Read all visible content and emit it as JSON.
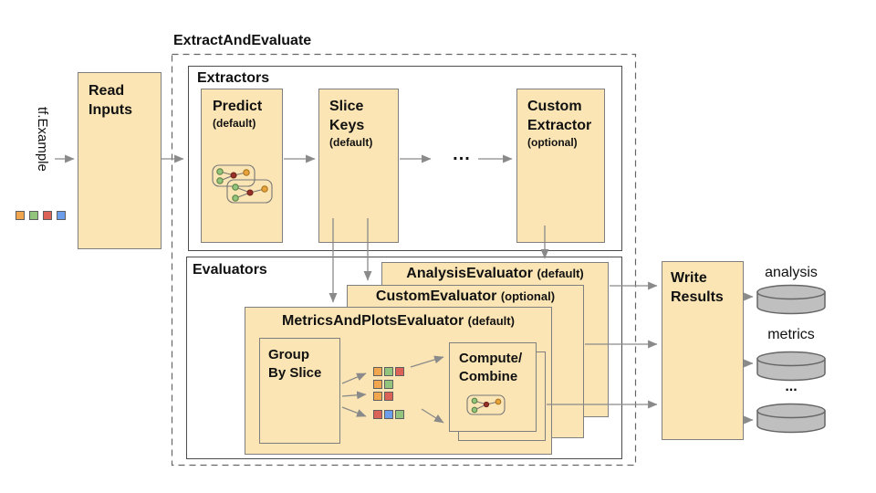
{
  "diagram": {
    "title": "ExtractAndEvaluate",
    "input_label": "tf.Example",
    "extractors_ellipsis": "...",
    "sections": {
      "extractors_label": "Extractors",
      "evaluators_label": "Evaluators"
    },
    "nodes": {
      "read_inputs": {
        "line1": "Read",
        "line2": "Inputs"
      },
      "predict": {
        "line1": "Predict",
        "qualifier": "(default)"
      },
      "slice_keys": {
        "line1": "Slice",
        "line2": "Keys",
        "qualifier": "(default)"
      },
      "custom_extractor": {
        "line1": "Custom",
        "line2": "Extractor",
        "qualifier": "(optional)"
      },
      "analysis_evaluator": {
        "label": "AnalysisEvaluator",
        "qualifier": "(default)"
      },
      "custom_evaluator": {
        "label": "CustomEvaluator",
        "qualifier": "(optional)"
      },
      "metrics_and_plots_evaluator": {
        "label": "MetricsAndPlotsEvaluator",
        "qualifier": "(default)"
      },
      "group_by_slice": {
        "line1": "Group",
        "line2": "By Slice"
      },
      "compute_combine": {
        "line1": "Compute/",
        "line2": "Combine"
      },
      "write_results": {
        "line1": "Write",
        "line2": "Results"
      }
    },
    "input_squares": [
      "orange",
      "green",
      "red",
      "blue"
    ],
    "slice_grid_rows": [
      [
        "orange",
        "green",
        "red"
      ],
      [
        "orange",
        "green"
      ],
      [
        "orange",
        "red"
      ],
      [
        "red",
        "blue",
        "green"
      ]
    ],
    "outputs": {
      "analysis_label": "analysis",
      "metrics_label": "metrics",
      "more_label": "..."
    },
    "colors": {
      "node_fill": "#FBE5B4",
      "node_border": "#7F7F7F",
      "container_border": "#4D4D4D",
      "arrow": "#8A8A8A",
      "cylinder_fill": "#BFBFBF",
      "cylinder_border": "#666666",
      "square_orange": "#F2A64E",
      "square_green": "#93C47D",
      "square_red": "#DC6157",
      "square_blue": "#6D9EEB",
      "dot_green": "#93C47D",
      "dot_red": "#963128",
      "dot_yellow": "#E8A33D"
    }
  }
}
